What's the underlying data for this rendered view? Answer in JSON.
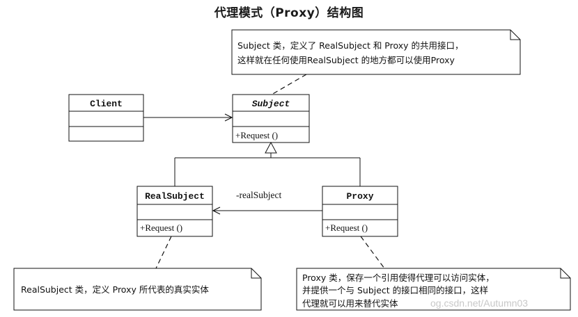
{
  "title": "代理模式（Proxy）结构图",
  "classes": {
    "client": {
      "name": "Client",
      "method": ""
    },
    "subject": {
      "name": "Subject",
      "method": "+Request ()"
    },
    "real_subject": {
      "name": "RealSubject",
      "method": "+Request ()"
    },
    "proxy": {
      "name": "Proxy",
      "method": "+Request ()"
    }
  },
  "association_label": "-realSubject",
  "notes": {
    "subject": {
      "line1": "Subject 类，定义了 RealSubject 和 Proxy 的共用接口，",
      "line2": "这样就在任何使用RealSubject 的地方都可以使用Proxy"
    },
    "real_subject": {
      "line1": "RealSubject 类，定义 Proxy 所代表的真实实体"
    },
    "proxy": {
      "line1": "Proxy 类，保存一个引用使得代理可以访问实体，",
      "line2": "并提供一个与 Subject 的接口相同的接口，这样",
      "line3": "代理就可以用来替代实体"
    }
  },
  "watermark": "og.csdn.net/Autumn03"
}
